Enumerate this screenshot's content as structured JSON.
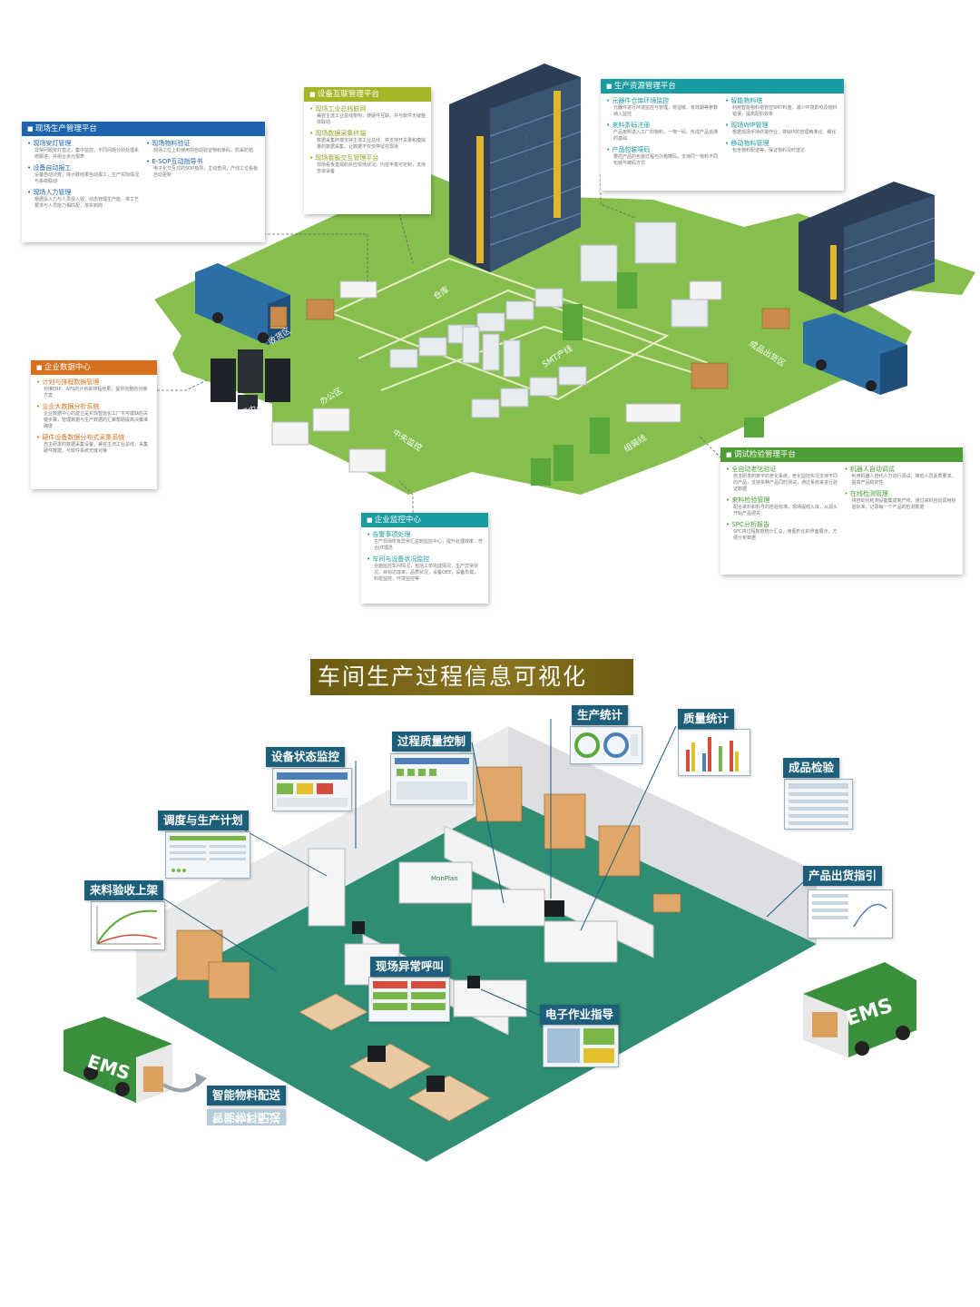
{
  "top_panels": {
    "site_production": {
      "title": "现场生产管理平台",
      "left": [
        {
          "t": "现场安灯管理",
          "d": "异常问题安灯直达，集中监控，不同问题分别处理系统跟进，并组合多元报表"
        },
        {
          "t": "设备自动报工",
          "d": "设备自动计数，将计数结果自动报工，生产实际情况与系统联动"
        },
        {
          "t": "现场人力管理",
          "d": "根据投入力与人员投入效，动态管理生产能，将工艺要求与人员能力相匹配，落实到岗"
        }
      ],
      "right": [
        {
          "t": "现场物料验证",
          "d": "现场工位上料使用前自动验证物料条码，防呆防错"
        },
        {
          "t": "E-SOP互动指导书",
          "d": "电子化交互式的SOP指导，主动查阅，产线工位看板自动更新"
        }
      ]
    },
    "equipment_iot": {
      "title": "设备互联管理平台",
      "items": [
        {
          "t": "现场工业总线联网",
          "d": "兼容主流工业总线架构，使硬件互联，并与软件无缝整体联动"
        },
        {
          "t": "现场数据采集终端",
          "d": "数据采集终端支持主流工业总线，并支持开关量和模拟量的数据采集，让数据不仅仅停留在现场"
        },
        {
          "t": "现场看板交互管理平台",
          "d": "现场看板直观的反应现场状况，内容丰富可定制，支持安卓设备"
        }
      ]
    },
    "resource": {
      "title": "生产资源管理平台",
      "left": [
        {
          "t": "元器件仓库环境监控",
          "d": "元器件进行环境监控与管理，将湿敏、有效期等参数纳入监控"
        },
        {
          "t": "来料条码注册",
          "d": "产品按照进入工厂的物料，一物一码，形成产品追溯的基础"
        },
        {
          "t": "产品包装唛码",
          "d": "要控产品的包装过程与外箱唛码，支持同一物料不同包装与唛码方式"
        }
      ],
      "right": [
        {
          "t": "智能物料塔",
          "d": "利用智能物料塔管控SMT料盘，减少环境影响及物料错误，提高配料效率"
        },
        {
          "t": "现场WIP管理",
          "d": "根据现场手持终端作业，将WIP的管理精准化、细化"
        },
        {
          "t": "移动物料管理",
          "d": "包含物料配送等，保证物料及时送达"
        }
      ]
    },
    "enterprise_data": {
      "title": "企业数据中心",
      "items": [
        {
          "t": "计划与排程数据管理",
          "d": "对接ERP、APS的计划来排程结果，提供完整的对接方案"
        },
        {
          "t": "企业大数据分析系统",
          "d": "企业数据中心的建立是实现智能化工厂不可或缺的关键步骤，管理数据与生产数据的汇聚帮助提高决策准确度"
        },
        {
          "t": "硬件设备数据分布式采集系统",
          "d": "自主研发的数据采集设备，兼容主流工业总线，采集硬件数据，与软件系统无缝对接"
        }
      ]
    },
    "enterprise_monitor": {
      "title": "企业监控中心",
      "items": [
        {
          "t": "告警事项处理",
          "d": "生产现场所有异常汇总到监控中心，提升处理效率，符合JIT理念"
        },
        {
          "t": "车间与设备状况监控",
          "d": "全面监控车间情况，包括工单完成情况，生产异常状况，目标达成率，品质状况，设备OEE，设备负载，料能监控，环境监控等"
        }
      ]
    },
    "test_inspection": {
      "title": "调试检验管理平台",
      "left": [
        {
          "t": "全自动老化验证",
          "d": "自主研发的数字的老化系统，老化监控实况支持不同的产品，支持多种产品同时测试，通过系统来进行验证数据"
        },
        {
          "t": "来料检验管理",
          "d": "配合来料和料号的检验标准，现场提收入库，从源头开始产品把关"
        },
        {
          "t": "SPC分析报告",
          "d": "SPC将过程数据统计汇总，用图形化的界面展示，方便分析数据"
        }
      ],
      "right": [
        {
          "t": "机器人自动调试",
          "d": "利用机器人替代人力进行调试，降低人员素质要求，提高产品稳定性"
        },
        {
          "t": "在线检测管理",
          "d": "将自动化检测设备集成到产线，通过来料自动调用检验标准，记录每一个产品的检测数据"
        }
      ]
    }
  },
  "floor_labels": {
    "warehouse": "仓库",
    "receiving": "收货区",
    "smt": "SMT产线",
    "shipping": "成品出货区",
    "datacenter": "数据中心",
    "office": "办公区",
    "monitor": "中央监控",
    "assembly": "组装线"
  },
  "banner": "车间生产过程信息可视化",
  "bottom_labels": {
    "equipment_status": "设备状态监控",
    "process_quality": "过程质量控制",
    "production_stats": "生产统计",
    "quality_stats": "质量统计",
    "final_inspection": "成品检验",
    "scheduling": "调度与生产计划",
    "incoming": "来料验收上架",
    "shipping_guide": "产品出货指引",
    "andon": "现场异常呼叫",
    "esop": "电子作业指导",
    "material_delivery": "智能物料配送",
    "material_delivery_reflection": "智能物料配送"
  },
  "truck_text": "EMS",
  "machine_brand": "MonPlan",
  "colors": {
    "floor_top": "#86bf4e",
    "floor_bottom": "#2e8d73",
    "truck": "#3a8f3c",
    "label": "#1d5f7a"
  }
}
